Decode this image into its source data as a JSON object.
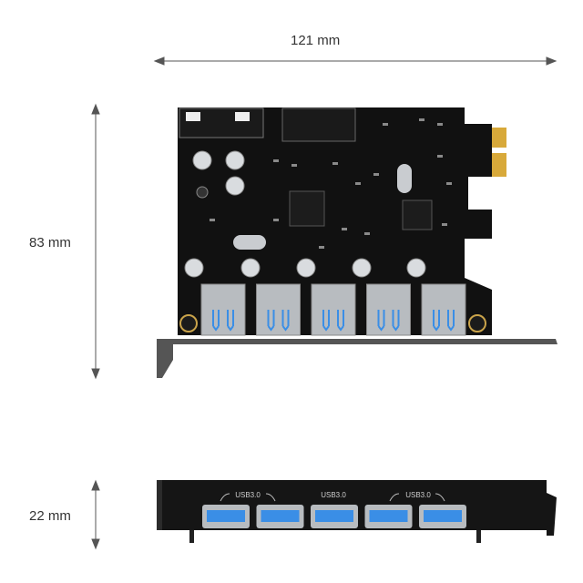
{
  "dimensions": {
    "length": "121 mm",
    "height": "83 mm",
    "depth": "22 mm"
  },
  "bracket_labels": [
    "USB3.0",
    "USB3.0",
    "USB3.0"
  ],
  "port_count": 5,
  "colors": {
    "pcb": "#111111",
    "usb_blue": "#3a8ee6",
    "metal": "#b8bcc0",
    "gold": "#d8a93a"
  }
}
